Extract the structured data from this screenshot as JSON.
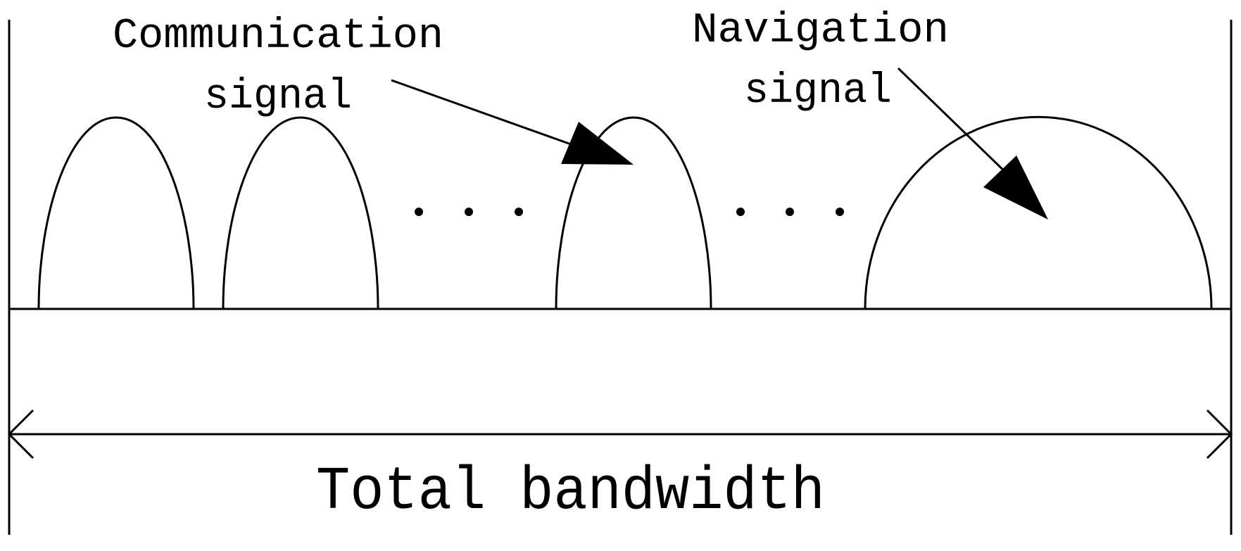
{
  "labels": {
    "communication_line1": "Communication",
    "communication_line2": "signal",
    "navigation_line1": "Navigation",
    "navigation_line2": "signal",
    "total_bandwidth": "Total bandwidth"
  },
  "colors": {
    "ink": "#000000",
    "background": "#ffffff"
  }
}
